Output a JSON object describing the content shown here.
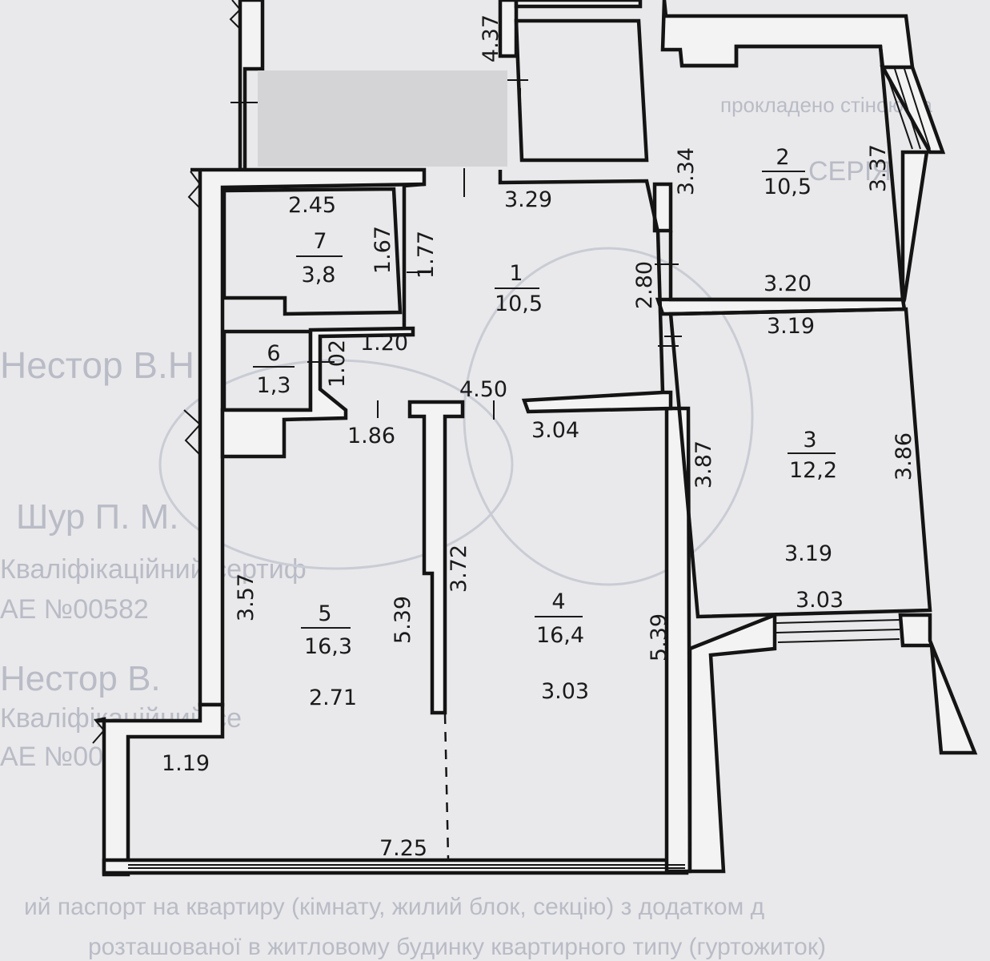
{
  "rooms": [
    {
      "number": "1",
      "area": "10,5"
    },
    {
      "number": "2",
      "area": "10,5"
    },
    {
      "number": "3",
      "area": "12,2"
    },
    {
      "number": "4",
      "area": "16,4"
    },
    {
      "number": "5",
      "area": "16,3"
    },
    {
      "number": "6",
      "area": "1,3"
    },
    {
      "number": "7",
      "area": "3,8"
    }
  ],
  "dimensions": {
    "top_partial": "4.37",
    "r7_width": "2.45",
    "r7_height_a": "1.67",
    "r1_side": "1.77",
    "r1_width": "3.29",
    "r1_height": "2.80",
    "r2_left": "3.34",
    "r2_right": "3.37",
    "r2_bottom": "3.20",
    "r3_top": "3.19",
    "r3_left": "3.87",
    "r3_right": "3.86",
    "r3_mid": "3.19",
    "r3_bottom": "3.03",
    "r6_height": "1.02",
    "corridor_width": "1.20",
    "hall_length": "4.50",
    "r5_top": "1.86",
    "r4_top": "3.04",
    "r5_left": "3.57",
    "r5_partition": "5.39",
    "r4_left": "3.72",
    "r4_right": "5.39",
    "r5_width": "2.71",
    "r4_width": "3.03",
    "balcony_end": "1.19",
    "total_width": "7.25"
  },
  "watermark": {
    "line1": "Нестор В.Н",
    "line2": "Шур П. М.",
    "line3": "Кваліфікаційний сертиф",
    "line4": "АЕ №00582",
    "line5": "Нестор В.",
    "line6": "Кваліфікаційний се",
    "line7": "АЕ №00",
    "top_mirror": "прокладено стіною на",
    "top_mirror2": "СЕРІЯ",
    "bottom1": "ий паспорт на квартиру (кімнату, жилий блок, секцію) з додатком д",
    "bottom2": "розташованої в житловому будинку квартирного типу (гуртожиток)"
  },
  "colors": {
    "wall": "#141414",
    "floor": "#f3f3f4",
    "paper": "#e9e9eb",
    "redaction": "#d4d4d6"
  }
}
